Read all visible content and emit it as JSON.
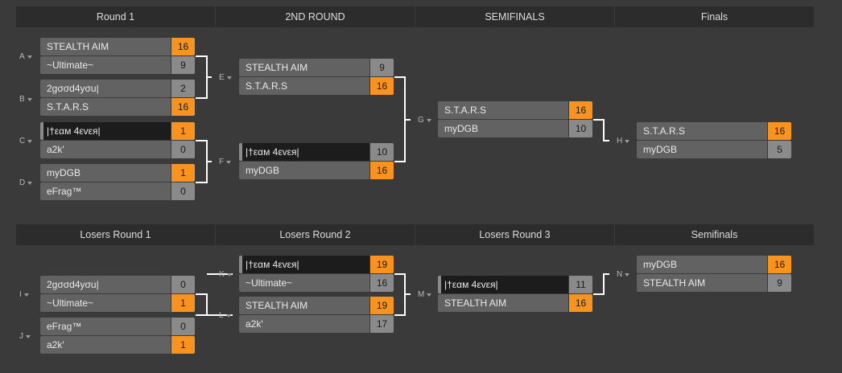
{
  "headers": {
    "winners": [
      "Round 1",
      "2ND ROUND",
      "SEMIFINALS",
      "Finals"
    ],
    "losers": [
      "Losers Round 1",
      "Losers Round 2",
      "Losers Round 3",
      "Semifinals"
    ]
  },
  "matches": {
    "A": {
      "label": "A",
      "p1": {
        "name": "STEALTH AIM",
        "score": "16"
      },
      "p2": {
        "name": "~Ultimate~",
        "score": "9"
      }
    },
    "B": {
      "label": "B",
      "p1": {
        "name": "2gσσd4yσu|",
        "score": "2"
      },
      "p2": {
        "name": "S.T.A.R.S",
        "score": "16"
      }
    },
    "C": {
      "label": "C",
      "p1": {
        "name": "|†εαм 4εvεя|",
        "score": "1"
      },
      "p2": {
        "name": "a2k'",
        "score": "0"
      }
    },
    "D": {
      "label": "D",
      "p1": {
        "name": "myDGB",
        "score": "1"
      },
      "p2": {
        "name": "eFrag™",
        "score": "0"
      }
    },
    "E": {
      "label": "E",
      "p1": {
        "name": "STEALTH AIM",
        "score": "9"
      },
      "p2": {
        "name": "S.T.A.R.S",
        "score": "16"
      }
    },
    "F": {
      "label": "F",
      "p1": {
        "name": "|†εαм 4εvεя|",
        "score": "10"
      },
      "p2": {
        "name": "myDGB",
        "score": "16"
      }
    },
    "G": {
      "label": "G",
      "p1": {
        "name": "S.T.A.R.S",
        "score": "16"
      },
      "p2": {
        "name": "myDGB",
        "score": "10"
      }
    },
    "H": {
      "label": "H",
      "p1": {
        "name": "S.T.A.R.S",
        "score": "16"
      },
      "p2": {
        "name": "myDGB",
        "score": "5"
      }
    },
    "I": {
      "label": "I",
      "p1": {
        "name": "2gσσd4yσu|",
        "score": "0"
      },
      "p2": {
        "name": "~Ultimate~",
        "score": "1"
      }
    },
    "J": {
      "label": "J",
      "p1": {
        "name": "eFrag™",
        "score": "0"
      },
      "p2": {
        "name": "a2k'",
        "score": "1"
      }
    },
    "K": {
      "label": "K",
      "p1": {
        "name": "|†εαм 4εvεя|",
        "score": "19"
      },
      "p2": {
        "name": "~Ultimate~",
        "score": "16"
      }
    },
    "L": {
      "label": "L",
      "p1": {
        "name": "STEALTH AIM",
        "score": "19"
      },
      "p2": {
        "name": "a2k'",
        "score": "17"
      }
    },
    "M": {
      "label": "M",
      "p1": {
        "name": "|†εαм 4εvεя|",
        "score": "11"
      },
      "p2": {
        "name": "STEALTH AIM",
        "score": "16"
      }
    },
    "N": {
      "label": "N",
      "p1": {
        "name": "myDGB",
        "score": "16"
      },
      "p2": {
        "name": "STEALTH AIM",
        "score": "9"
      }
    }
  },
  "colors": {
    "winner": "#f7931e",
    "loser": "#8a8a8a",
    "line": "#ffffff"
  }
}
